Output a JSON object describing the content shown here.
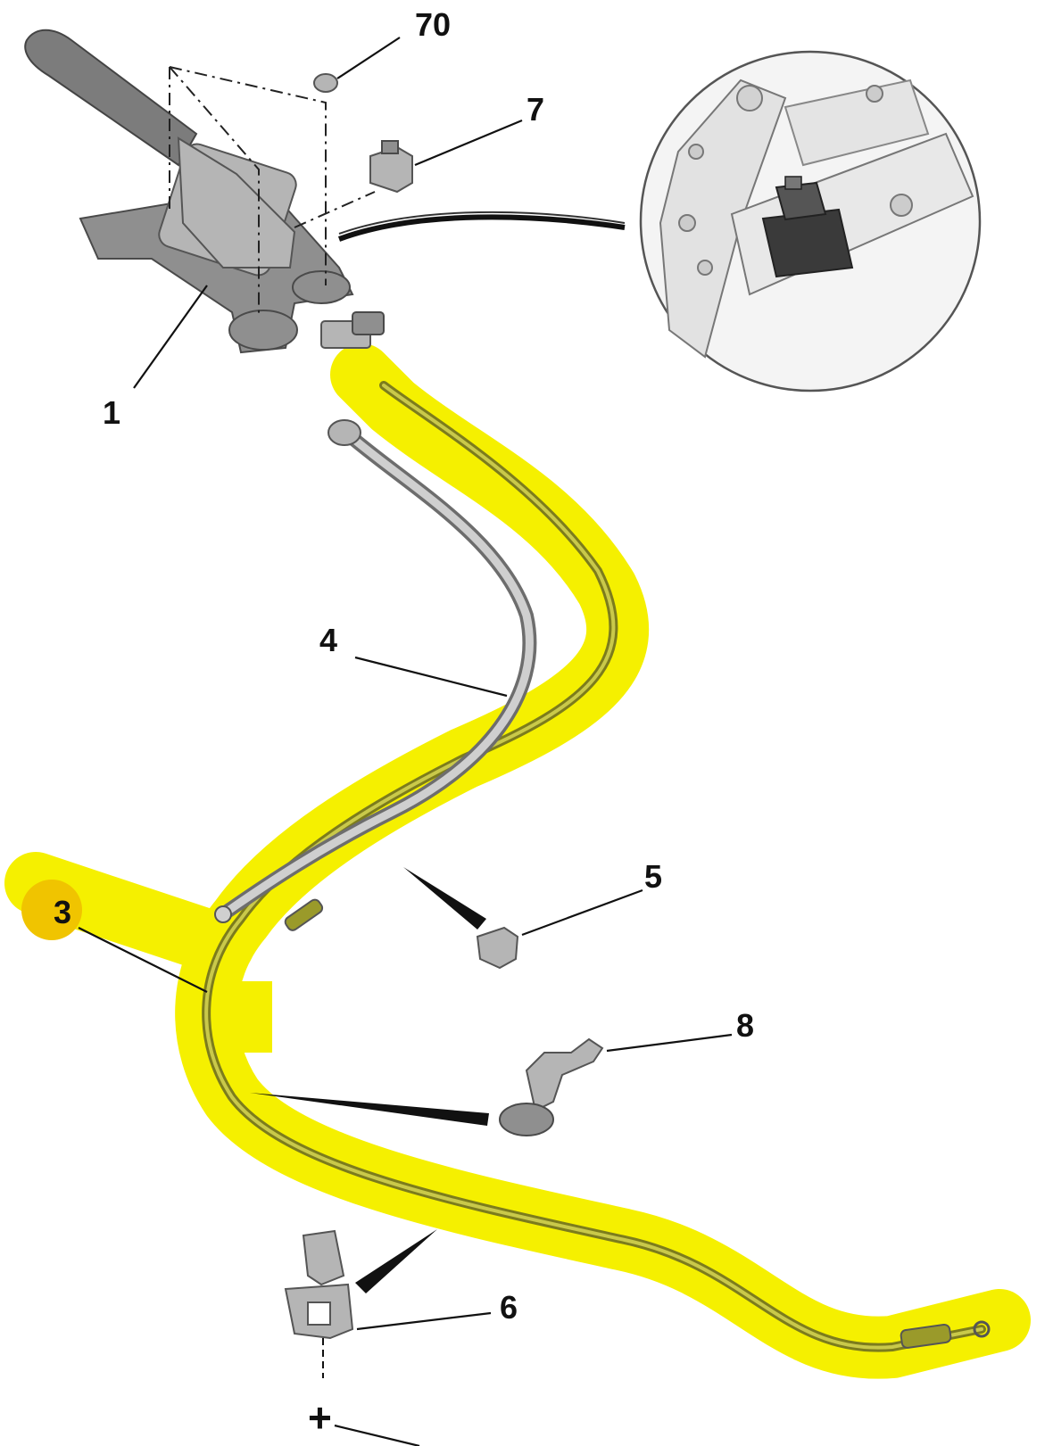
{
  "diagram": {
    "callouts": {
      "c70": "70",
      "c7": "7",
      "c1": "1",
      "c4": "4",
      "c3": "3",
      "c5": "5",
      "c8": "8",
      "c6": "6",
      "cplus": "+"
    },
    "colors": {
      "highlight": "#f5f000",
      "cable_core": "#8a8a1e",
      "part_grey": "#8f8f8f",
      "callout_3_marker": "#f0c400"
    },
    "parts": [
      {
        "callout": "1",
        "icon": "handbrake-lever-icon"
      },
      {
        "callout": "70",
        "icon": "nut-icon"
      },
      {
        "callout": "7",
        "icon": "connector-icon"
      },
      {
        "callout": "4",
        "icon": "secondary-cable-icon"
      },
      {
        "callout": "3",
        "icon": "highlighted-cable-icon"
      },
      {
        "callout": "5",
        "icon": "clip-icon"
      },
      {
        "callout": "8",
        "icon": "bracket-clip-icon"
      },
      {
        "callout": "6",
        "icon": "clamp-icon"
      }
    ]
  }
}
